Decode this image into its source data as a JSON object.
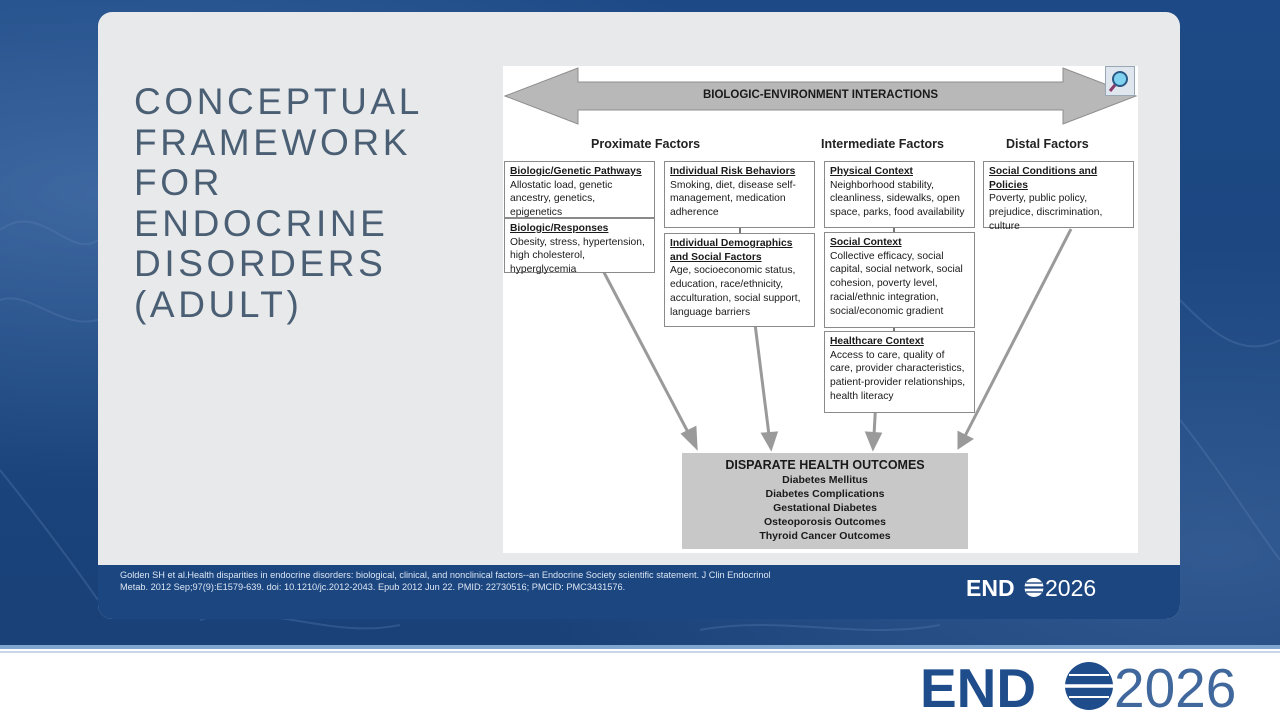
{
  "slide": {
    "title": "CONCEPTUAL FRAMEWORK FOR ENDOCRINE DISORDERS (ADULT)",
    "citation": "Golden SH et al.Health disparities in endocrine disorders: biological, clinical, and nonclinical factors--an Endocrine Society scientific statement. J Clin Endocrinol Metab. 2012 Sep;97(9):E1579-639. doi: 10.1210/jc.2012-2043. Epub 2012 Jun 22. PMID: 22730516; PMCID: PMC3431576."
  },
  "logo": {
    "brand": "END",
    "year": "2026"
  },
  "figure": {
    "arrow_label": "BIOLOGIC-ENVIRONMENT INTERACTIONS",
    "headers": {
      "proximate": "Proximate Factors",
      "intermediate": "Intermediate Factors",
      "distal": "Distal Factors"
    },
    "boxes": {
      "bio_genetic": {
        "title": "Biologic/Genetic Pathways",
        "body": "Allostatic load, genetic ancestry, genetics, epigenetics"
      },
      "bio_responses": {
        "title": "Biologic/Responses",
        "body": "Obesity, stress, hypertension, high cholesterol, hyperglycemia"
      },
      "risk_behaviors": {
        "title": "Individual Risk Behaviors",
        "body": "Smoking, diet, disease self-management, medication adherence"
      },
      "demographics": {
        "title": "Individual Demographics and Social Factors",
        "body": "Age, socioeconomic status, education, race/ethnicity, acculturation, social support, language barriers"
      },
      "physical": {
        "title": "Physical Context",
        "body": "Neighborhood stability, cleanliness, sidewalks, open space, parks, food availability"
      },
      "social": {
        "title": "Social Context",
        "body": "Collective efficacy, social capital, social network, social cohesion, poverty level, racial/ethnic integration, social/economic gradient"
      },
      "healthcare": {
        "title": "Healthcare Context",
        "body": "Access to care, quality of care, provider characteristics, patient-provider relationships, health literacy"
      },
      "social_conditions": {
        "title": "Social Conditions and Policies",
        "body": "Poverty, public policy, prejudice, discrimination, culture"
      }
    },
    "outcomes": {
      "title": "DISPARATE HEALTH OUTCOMES",
      "items": [
        "Diabetes Mellitus",
        "Diabetes Complications",
        "Gestational Diabetes",
        "Osteoporosis Outcomes",
        "Thyroid Cancer Outcomes"
      ]
    }
  },
  "colors": {
    "background": "#1c467f",
    "card": "#e8e9eb",
    "title": "#4a5f74",
    "logo_blue": "#1f4d8c",
    "arrow_gray": "#b8b8b8"
  }
}
